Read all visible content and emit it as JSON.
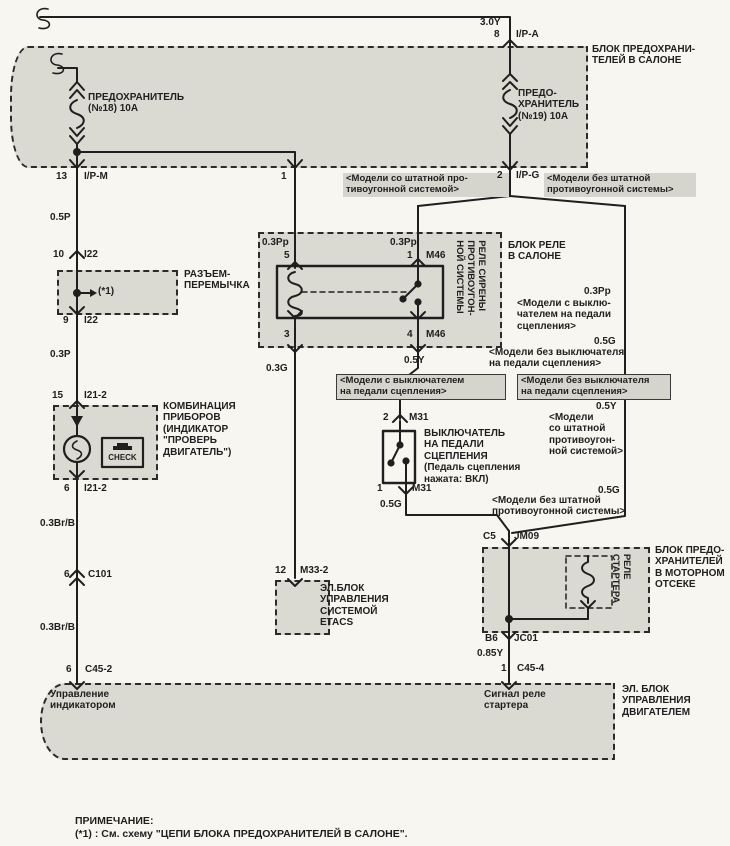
{
  "colors": {
    "ink": "#1f1f1f",
    "paper": "#f7f6f1",
    "shade": "#dbdad2"
  },
  "blocks": {
    "salon_fusebox": "БЛОК ПРЕДОХРАНИ-\nТЕЛЕЙ В САЛОНЕ",
    "fuse18": "ПРЕДОХРАНИТЕЛЬ\n(№18) 10А",
    "fuse19": "ПРЕДО-\nХРАНИТЕЛЬ\n(№19) 10А",
    "jumper": "РАЗЪЕМ-\nПЕРЕМЫЧКА",
    "jumper_note": "(*1)",
    "cluster": "КОМБИНАЦИЯ\nПРИБОРОВ\n(ИНДИКАТОР\n\"ПРОВЕРЬ\nДВИГАТЕЛЬ\")",
    "check": "CHECK",
    "relay_box": "БЛОК РЕЛЕ\nВ САЛОНЕ",
    "siren_relay": "РЕЛЕ СИРЕНЫ\nПРОТИВОУГОН-\nНОЙ СИСТЕМЫ",
    "clutch_switch": "ВЫКЛЮЧАТЕЛЬ\nНА ПЕДАЛИ\nСЦЕПЛЕНИЯ\n(Педаль сцепления\nнажата: ВКЛ)",
    "etacs": "ЭЛ.БЛОК\nУПРАВЛЕНИЯ\nСИСТЕМОЙ\nETACS",
    "engine_fusebox": "БЛОК ПРЕДО-\nХРАНИТЕЛЕЙ\nВ МОТОРНОМ\nОТСЕКЕ",
    "starter_relay": "РЕЛЕ\nСТАРТЕРА",
    "ecm": "ЭЛ. БЛОК\nУПРАВЛЕНИЯ\nДВИГАТЕЛЕМ",
    "ecm_pin_left": "Управление\nиндикатором",
    "ecm_pin_right": "Сигнал реле\nстартера"
  },
  "variants": {
    "top_with": "<Модели со штатной про-\nтивоугонной системой>",
    "top_without": "<Модели без штатной\nпротивоугонной системы>",
    "clutch_with_hl": "<Модели с выключателем\nна педали сцепления>",
    "clutch_without_hl": "<Модели без выключателя\nна педали сцепления>",
    "clutch_with_plain": "<Модели с выклю-\nчателем на педали\nсцепления>",
    "clutch_without_plain": "<Модели без выключателя\nна педали сцепления>",
    "guard_with_right": "<Модели\nсо штатной\nпротивоугон-\nной системой>",
    "guard_without_right": "<Модели без штатной\nпротивоугонной системы>"
  },
  "wires": {
    "w30y": "3.0Y",
    "w05p": "0.5P",
    "w03p": "0.3P",
    "w03brb": "0.3Br/B",
    "w03g": "0.3G",
    "w03pp": "0.3Pp",
    "w05y": "0.5Y",
    "w05g": "0.5G",
    "w085y": "0.85Y"
  },
  "pins": {
    "p8": {
      "num": "8",
      "name": "I/P-A"
    },
    "p13": {
      "num": "13",
      "name": "I/P-M"
    },
    "p1top": {
      "num": "1"
    },
    "p2": {
      "num": "2",
      "name": "I/P-G"
    },
    "p10": {
      "num": "10",
      "name": "I22"
    },
    "p9": {
      "num": "9",
      "name": "I22"
    },
    "p15": {
      "num": "15",
      "name": "I21-2"
    },
    "p6i": {
      "num": "6",
      "name": "I21-2"
    },
    "p6c101": {
      "num": "6",
      "name": "C101"
    },
    "p6c452": {
      "num": "6",
      "name": "C45-2"
    },
    "p5": {
      "num": "5"
    },
    "p3": {
      "num": "3"
    },
    "p1m46": {
      "num": "1",
      "name": "M46"
    },
    "p4m46": {
      "num": "4",
      "name": "M46"
    },
    "p2m31": {
      "num": "2",
      "name": "M31"
    },
    "p1m31": {
      "num": "1",
      "name": "M31"
    },
    "p12": {
      "num": "12",
      "name": "M33-2"
    },
    "pc5": {
      "num": "C5",
      "name": "JM09"
    },
    "pb6": {
      "num": "B6",
      "name": "JC01"
    },
    "p1c454": {
      "num": "1",
      "name": "C45-4"
    }
  },
  "note": {
    "title": "ПРИМЕЧАНИЕ:",
    "body": "(*1) : См. схему \"ЦЕПИ БЛОКА ПРЕДОХРАНИТЕЛЕЙ В САЛОНЕ\"."
  }
}
